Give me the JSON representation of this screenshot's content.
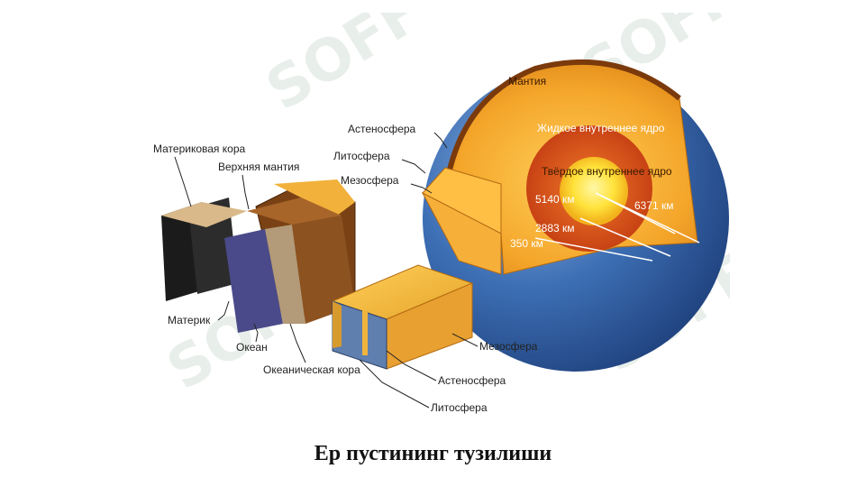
{
  "caption": "Ер пустининг тузилиши",
  "watermark": "SOFF",
  "labels": {
    "mantle": "Мантия",
    "liquid_core": "Жидкое внутреннее ядро",
    "solid_core": "Твёрдое внутреннее ядро",
    "r_6371": "6371 км",
    "r_5140": "5140 км",
    "r_2883": "2883 км",
    "r_350": "350 км",
    "asthenosphere": "Астеносфера",
    "lithosphere": "Литосфера",
    "mesosphere": "Мезосфера",
    "continental_crust": "Материковая кора",
    "upper_mantle": "Верхняя мантия",
    "continent": "Материк",
    "ocean": "Океан",
    "oceanic_crust": "Океаническая кора",
    "mesosphere_block": "Мезосфера",
    "asthenosphere_block": "Астеносфера",
    "lithosphere_block": "Литосфера"
  },
  "colors": {
    "ocean_blue": "#2f5fa8",
    "mantle_orange": "#f4a62a",
    "core_outer": "#d9541a",
    "core_inner": "#ffe23a",
    "crust_brown": "#6a3a12",
    "crust_black": "#1b1b1b"
  }
}
